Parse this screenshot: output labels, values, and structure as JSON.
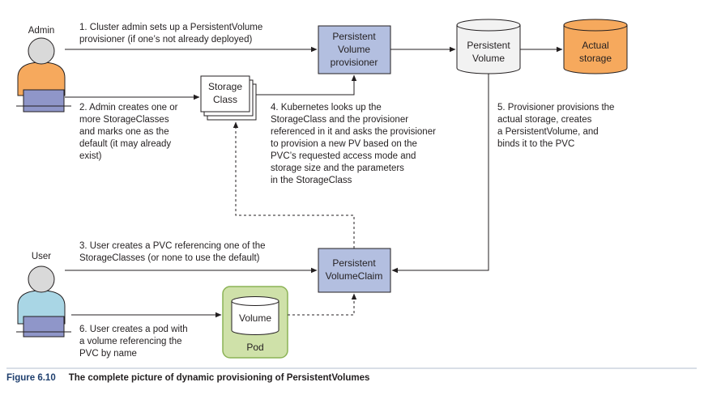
{
  "actors": {
    "admin": "Admin",
    "user": "User"
  },
  "boxes": {
    "provisioner": [
      "Persistent",
      "Volume",
      "provisioner"
    ],
    "persistent_volume": [
      "Persistent",
      "Volume"
    ],
    "actual_storage": [
      "Actual",
      "storage"
    ],
    "storage_class": [
      "Storage",
      "Class"
    ],
    "pvc": [
      "Persistent",
      "VolumeClaim"
    ],
    "volume": "Volume",
    "pod": "Pod"
  },
  "steps": {
    "step1": [
      "1. Cluster admin sets up a PersistentVolume",
      "provisioner (if one’s not already deployed)"
    ],
    "step2": [
      "2. Admin creates one or",
      "more StorageClasses",
      "and marks one as the",
      "default (it may already",
      "exist)"
    ],
    "step3": [
      "3. User creates a PVC referencing one of the",
      "StorageClasses (or none to use the default)"
    ],
    "step4": [
      "4. Kubernetes looks up the",
      "StorageClass and the provisioner",
      "referenced in it and asks the provisioner",
      "to provision a new PV based on the",
      "PVC’s requested access mode and",
      "storage size and the parameters",
      "in the StorageClass"
    ],
    "step5": [
      "5. Provisioner provisions the",
      "actual storage, creates",
      "a PersistentVolume, and",
      "binds it to the PVC"
    ],
    "step6": [
      "6. User creates a pod with",
      "a volume referencing the",
      "PVC by name"
    ]
  },
  "caption": {
    "number": "Figure 6.10",
    "text": "The complete picture of dynamic provisioning of PersistentVolumes"
  },
  "colors": {
    "provisioner_fill": "#b3bfe0",
    "storage_fill": "#f6a95d",
    "pod_fill": "#cfe1a9",
    "pod_border": "#8cb356",
    "admin_shirt": "#f6a95d",
    "user_shirt": "#a9d6e5",
    "head": "#d9d9d9",
    "laptop": "#8f96c9"
  }
}
